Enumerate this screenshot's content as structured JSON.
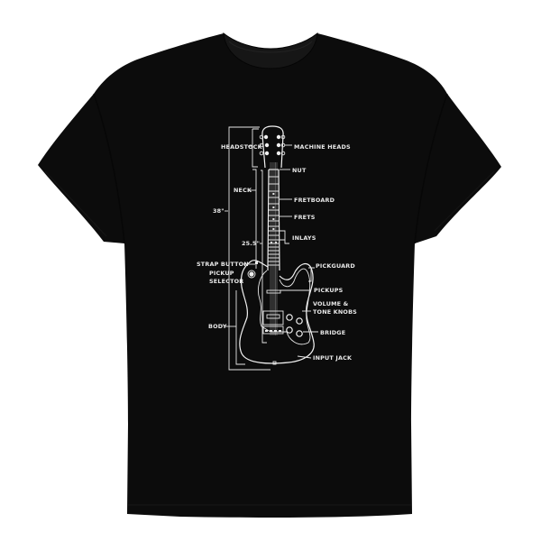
{
  "product": {
    "type": "t-shirt",
    "color": "#0c0c0c",
    "background": "#ffffff",
    "print_color": "#ececec"
  },
  "graphic": {
    "subject": "electric guitar blueprint diagram",
    "labels_left": {
      "headstock": "HEADSTOCK",
      "neck": "NECK",
      "length_total": "38\"",
      "scale_length": "25.5\"",
      "strap_button": "STRAP BUTTON",
      "pickup_selector_1": "PICKUP",
      "pickup_selector_2": "SELECTOR",
      "body": "BODY"
    },
    "labels_right": {
      "machine_heads": "MACHINE HEADS",
      "nut": "NUT",
      "fretboard": "FRETBOARD",
      "frets": "FRETS",
      "inlays": "INLAYS",
      "pickguard": "PICKGUARD",
      "pickups": "PICKUPS",
      "knobs_1": "VOLUME &",
      "knobs_2": "TONE KNOBS",
      "bridge": "BRIDGE",
      "input_jack": "INPUT JACK"
    }
  }
}
